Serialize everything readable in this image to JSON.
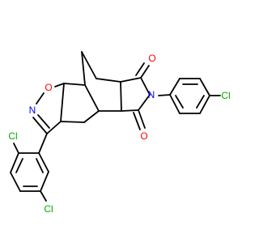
{
  "atoms": {
    "o1": "O",
    "n1": "N",
    "o2": "O",
    "o3": "O",
    "n2": "N",
    "cl1": "Cl",
    "cl2": "Cl",
    "cl3": "Cl"
  },
  "colors": {
    "bond": "#000000",
    "oxygen": "#ff0000",
    "nitrogen": "#0000ff",
    "chlorine": "#00aa00",
    "background": "#ffffff"
  }
}
